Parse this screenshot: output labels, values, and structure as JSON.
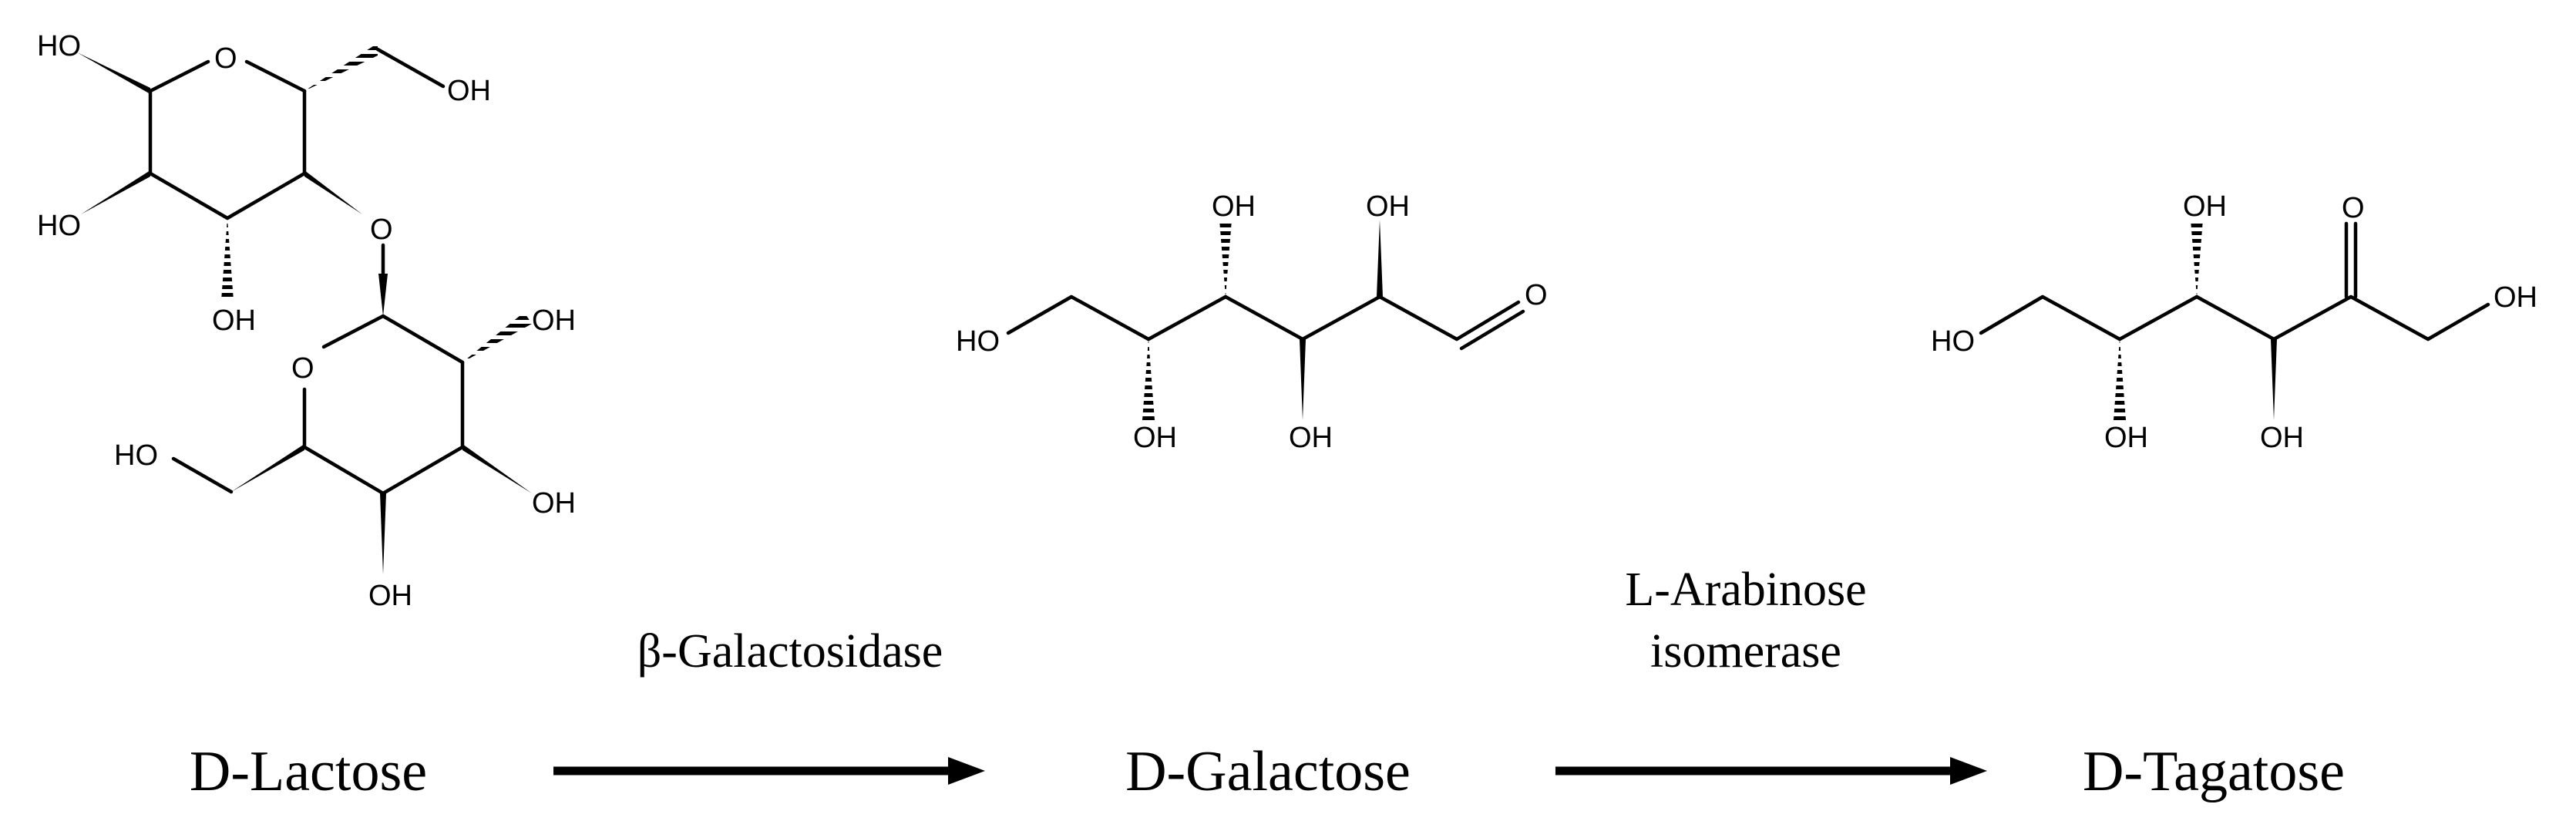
{
  "atoms": {
    "oh": "OH",
    "ho": "HO",
    "o": "O"
  },
  "labels": {
    "lactose": "D-Lactose",
    "galactose": "D-Galactose",
    "tagatose": "D-Tagatose"
  },
  "enzymes": {
    "step1": "β-Galactosidase",
    "step2_line1": "L-Arabinose",
    "step2_line2": "isomerase"
  }
}
